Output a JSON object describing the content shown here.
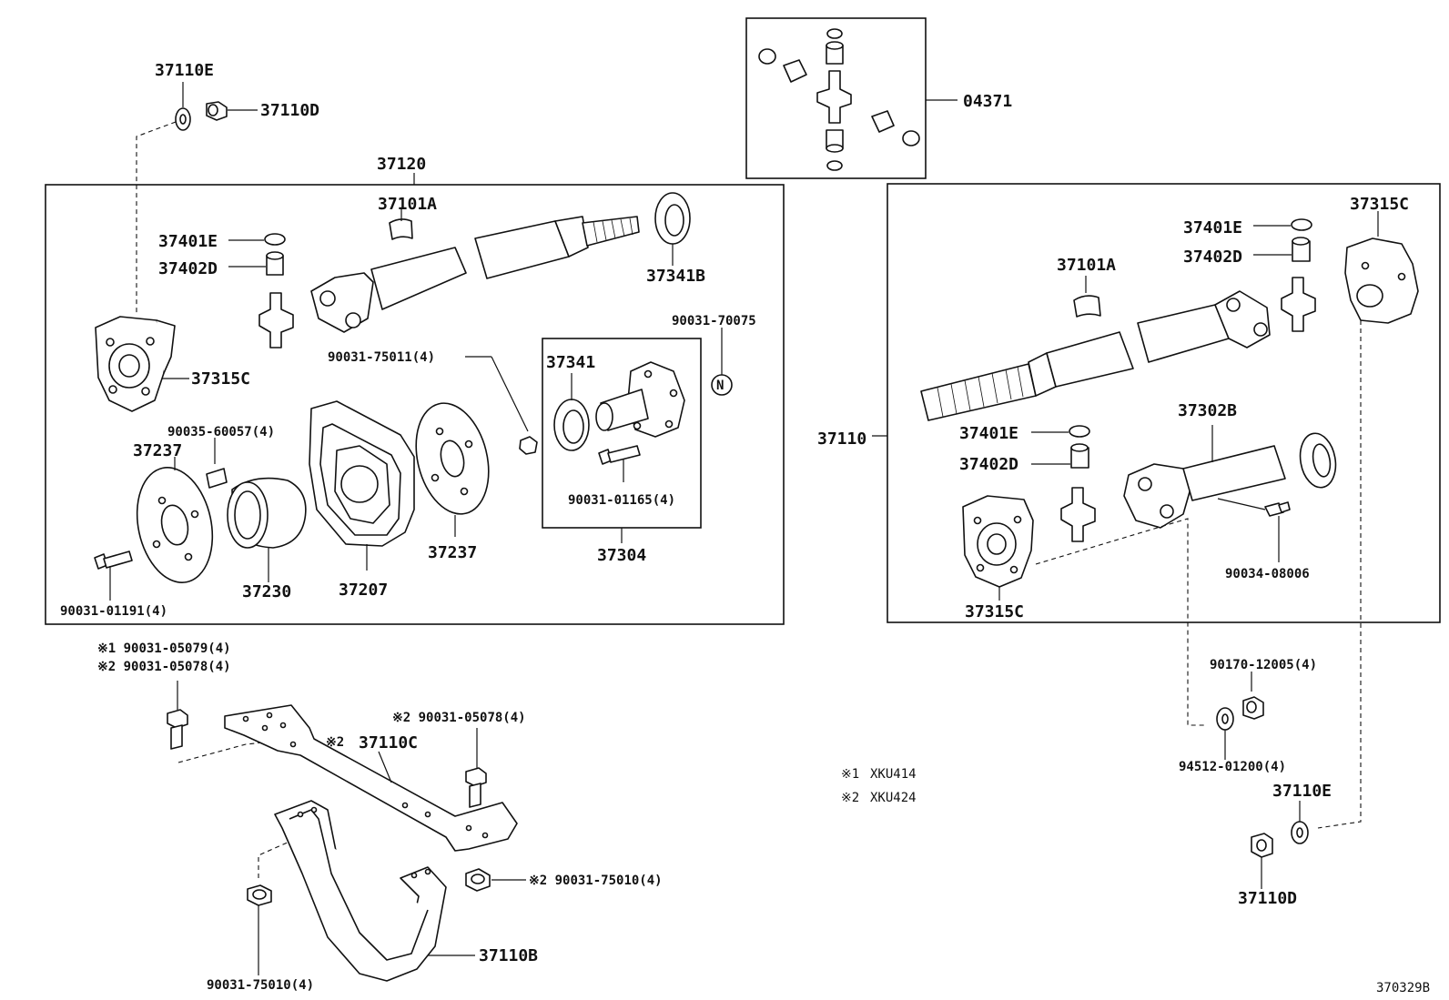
{
  "labels": {
    "p37110E_top": "37110E",
    "p37110D_top": "37110D",
    "p04371": "04371",
    "p37120": "37120",
    "p37101A_left": "37101A",
    "p37401E_left": "37401E",
    "p37402D_left": "37402D",
    "p37341B": "37341B",
    "p90031_70075": "90031-70075",
    "p90031_75011": "90031-75011(4)",
    "p37341": "37341",
    "p37315C_left": "37315C",
    "p90035_60057": "90035-60057(4)",
    "p37237_left": "37237",
    "p90031_01165": "90031-01165(4)",
    "p37237_right": "37237",
    "p37230": "37230",
    "p37207": "37207",
    "p37304": "37304",
    "p90031_01191": "90031-01191(4)",
    "p37401E_right_top": "37401E",
    "p37402D_right_top": "37402D",
    "p37315C_right_top": "37315C",
    "p37101A_right": "37101A",
    "p37110": "37110",
    "p37302B": "37302B",
    "p37401E_right_mid": "37401E",
    "p37402D_right_mid": "37402D",
    "p90034_08006": "90034-08006",
    "p37315C_right_bot": "37315C",
    "p90170_12005": "90170-12005(4)",
    "p94512_01200": "94512-01200(4)",
    "p37110E_bot": "37110E",
    "p37110D_bot": "37110D",
    "p90031_05079": "※1 90031-05079(4)",
    "p90031_05078_a": "※2 90031-05078(4)",
    "p90031_05078_b": "※2 90031-05078(4)",
    "p37110C": "37110C",
    "p37110C_mark": "※2",
    "p90031_75010_a": "※2 90031-75010(4)",
    "p37110B": "37110B",
    "p90031_75010_b": "90031-75010(4)",
    "code": "370329B"
  },
  "legend": [
    {
      "mark": "※1",
      "model": "XKU414"
    },
    {
      "mark": "※2",
      "model": "XKU424"
    }
  ],
  "nut_mark": "N"
}
